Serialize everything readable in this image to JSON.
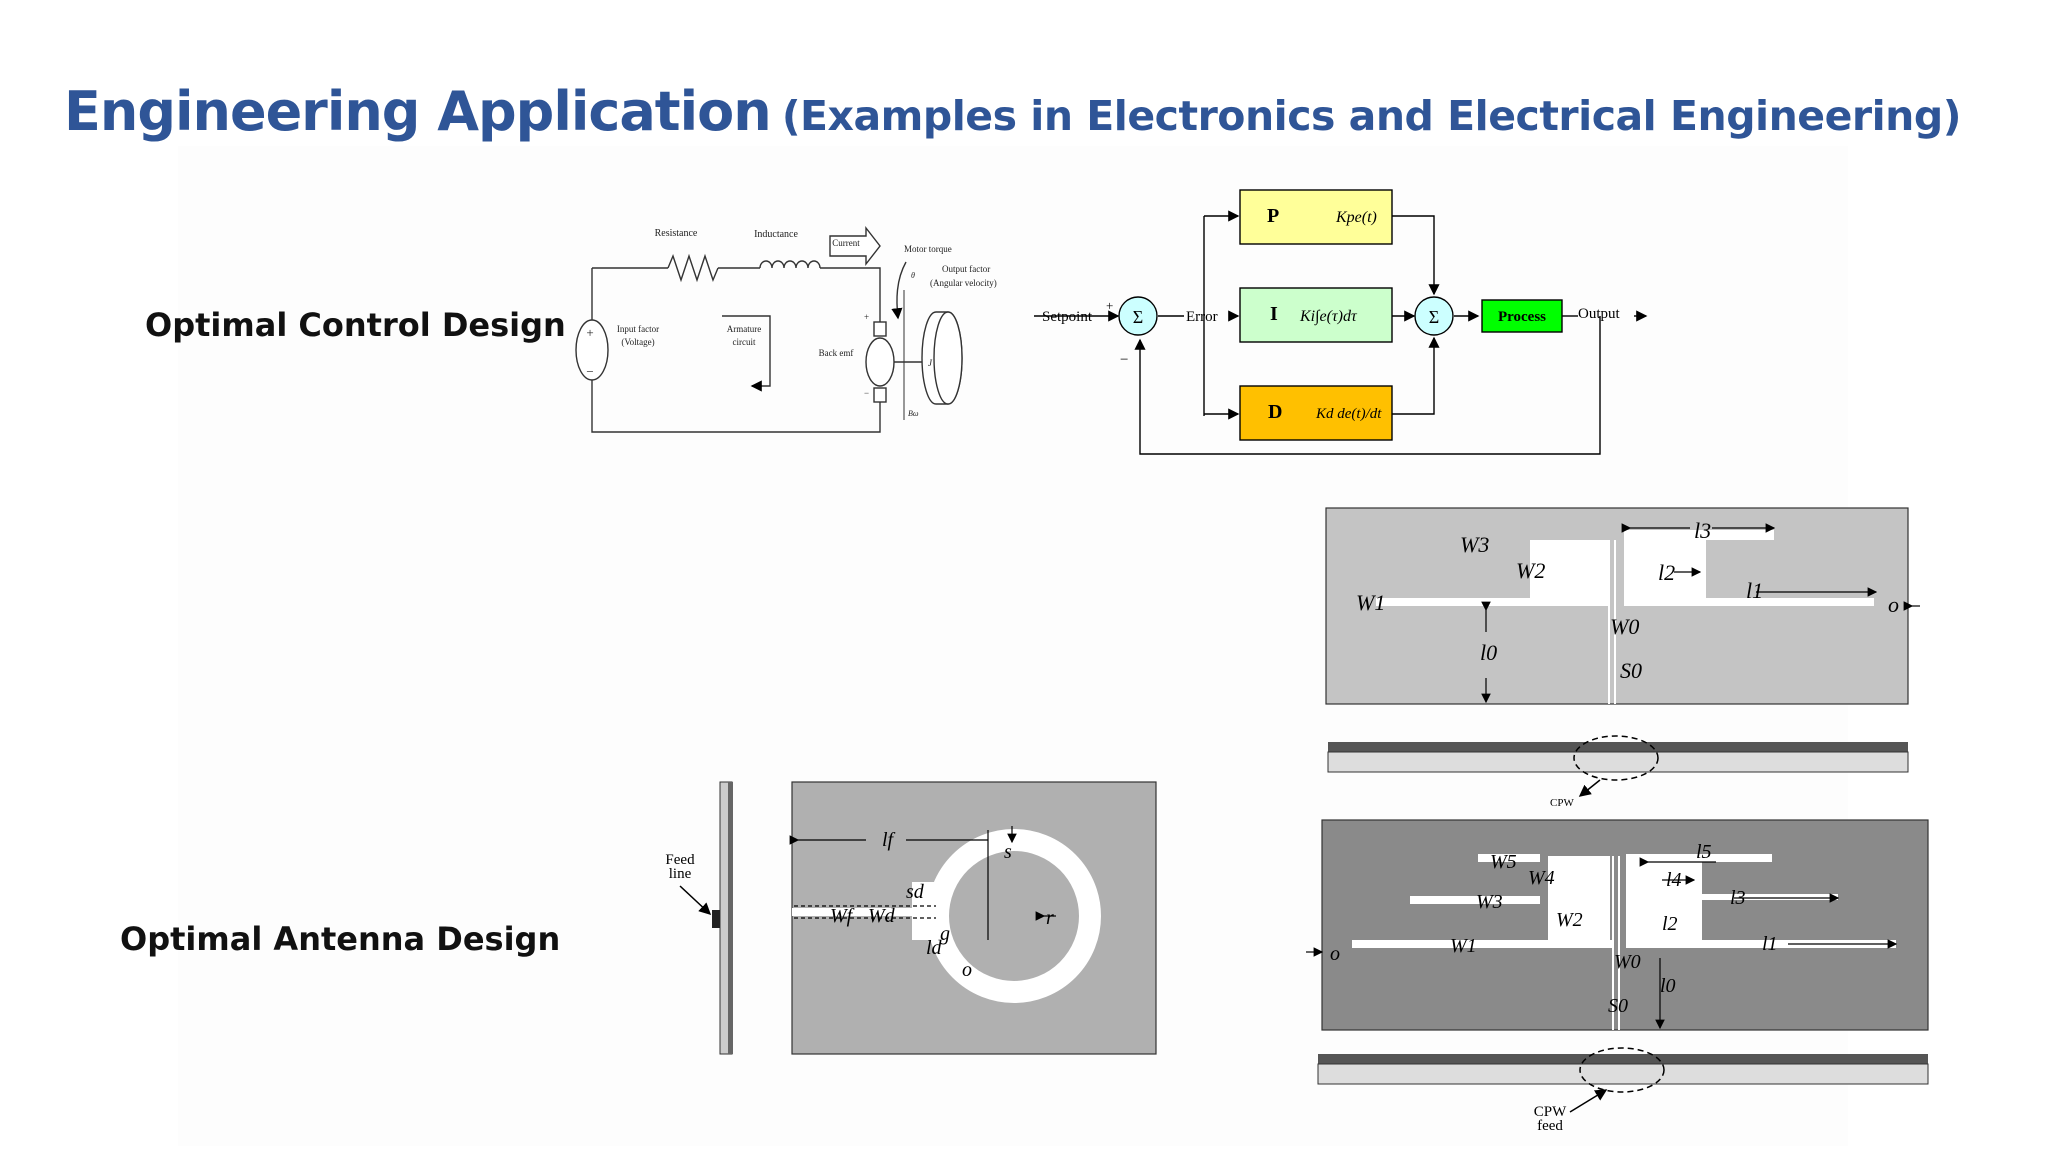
{
  "slide": {
    "title_main": "Engineering Application",
    "title_sub": "(Examples in Electronics and Electrical Engineering)",
    "label_control": "Optimal Control Design",
    "label_antenna": "Optimal Antenna Design"
  },
  "motor": {
    "resistance": "Resistance",
    "inductance": "Inductance",
    "current": "Current",
    "motor_torque": "Motor torque",
    "output_factor": "Output factor",
    "angular_velocity": "(Angular velocity)",
    "input_factor": "Input factor",
    "voltage": "(Voltage)",
    "armature": "Armature",
    "circuit": "circuit",
    "back_emf": "Back emf",
    "theta": "θ",
    "inertia": "J",
    "damping": "Bω",
    "plus": "+",
    "minus": "−"
  },
  "pid": {
    "setpoint": "Setpoint",
    "error": "Error",
    "output": "Output",
    "process": "Process",
    "sigma": "Σ",
    "p_label": "P",
    "i_label": "I",
    "d_label": "D",
    "p_expr": "Kpe(t)",
    "i_expr": "Ki∫e(τ)dτ",
    "d_expr": "Kd de(t)/dt",
    "plus": "+",
    "minus": "−",
    "colors": {
      "p": "#ffff99",
      "i": "#ccffcc",
      "d": "#ffc000",
      "process": "#00ff00",
      "sum": "#ccffff"
    }
  },
  "antenna_top": {
    "labels": [
      "W3",
      "W2",
      "W1",
      "l3",
      "l2",
      "l1",
      "l0",
      "W0",
      "S0",
      "o"
    ],
    "cpw": "CPW"
  },
  "antenna_ring": {
    "feed_line": [
      "Feed",
      "line"
    ],
    "labels": [
      "lf",
      "s",
      "sd",
      "g",
      "r",
      "Wf",
      "Wd",
      "ld",
      "o"
    ]
  },
  "antenna_bottom": {
    "labels": [
      "W5",
      "W4",
      "W3",
      "W2",
      "W1",
      "l5",
      "l4",
      "l3",
      "l2",
      "l1",
      "W0",
      "S0",
      "l0",
      "o"
    ],
    "cpw_feed": [
      "CPW",
      "feed"
    ]
  }
}
